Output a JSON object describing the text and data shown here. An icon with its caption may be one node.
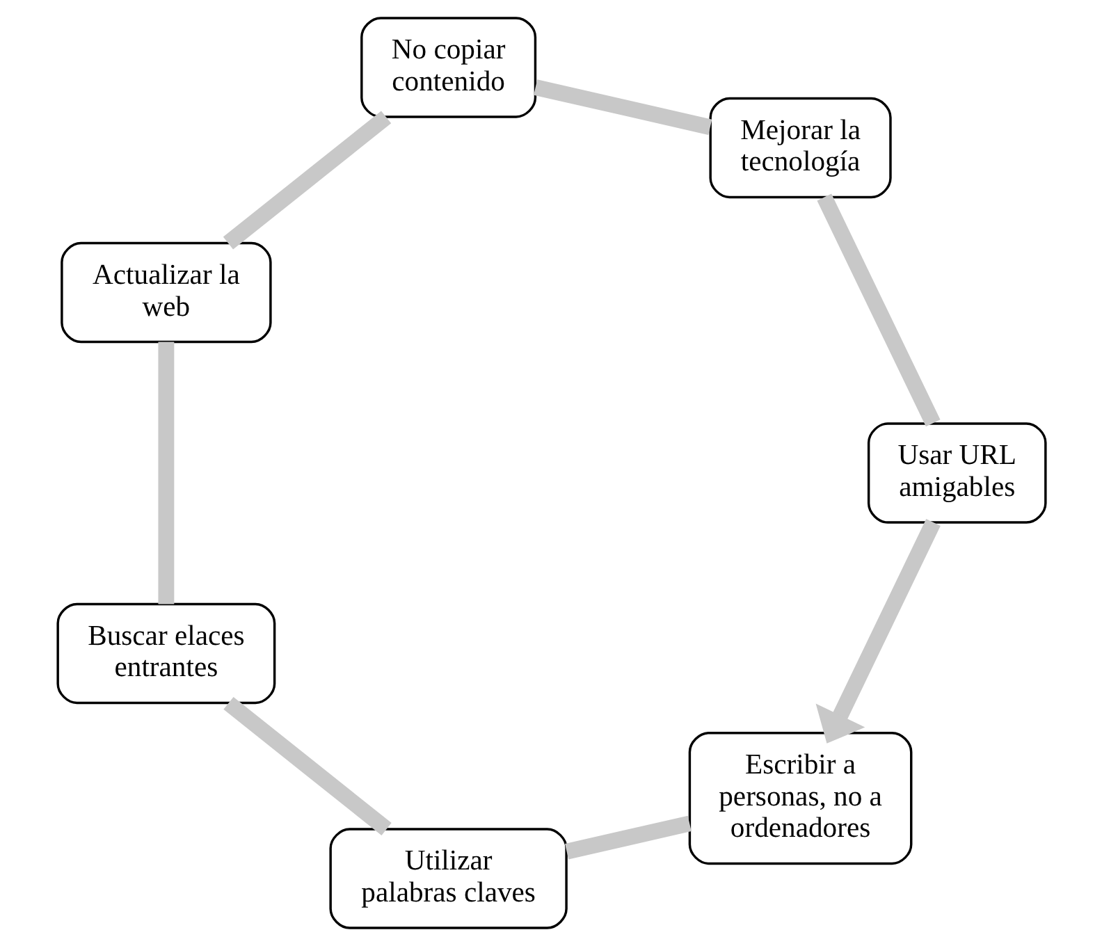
{
  "diagram": {
    "nodes": [
      {
        "text": [
          "Escribir a personas, no a ordenadores"
        ]
      },
      {
        "text": [
          "Usar URL amigables"
        ]
      },
      {
        "text": [
          "Utilizar palabras claves"
        ]
      },
      {
        "text": [
          "Mejorar la tecnología"
        ]
      },
      {
        "text": [
          "Buscar elaces entrantes"
        ]
      },
      {
        "text": [
          "No copiar contenido"
        ]
      },
      {
        "text": [
          "Actualizar la web"
        ]
      }
    ],
    "edges": [
      {
        "from": 0,
        "to": 2,
        "arrow": "none"
      },
      {
        "from": 2,
        "to": 4,
        "arrow": "none"
      },
      {
        "from": 4,
        "to": 6,
        "arrow": "none"
      },
      {
        "from": 6,
        "to": 5,
        "arrow": "none"
      },
      {
        "from": 5,
        "to": 3,
        "arrow": "none"
      },
      {
        "from": 3,
        "to": 1,
        "arrow": "none"
      },
      {
        "from": 1,
        "to": 0,
        "arrow": "to"
      }
    ]
  }
}
